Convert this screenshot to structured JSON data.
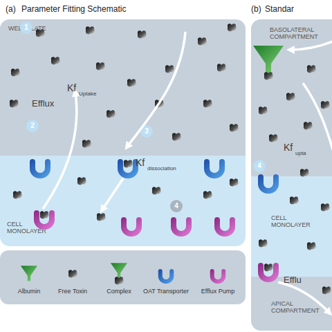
{
  "diagram": {
    "nodes": [
      {
        "text": [
          "(a)",
          "Parameter Fitting Schematic"
        ]
      },
      {
        "text": [
          "WELL PLATE"
        ],
        "in": 0
      },
      {
        "text": [
          "1"
        ],
        "in": 1
      },
      {
        "text": [
          "2"
        ],
        "in": 1
      },
      {
        "text": [
          "3"
        ],
        "in": 1
      },
      {
        "text": [
          "CELL MONOLAYER"
        ],
        "in": 0
      },
      {
        "text": [
          "4"
        ],
        "in": 5
      },
      {
        "text": [
          "(b)",
          "Standar"
        ]
      },
      {
        "text": [
          "BASOLATERAL COMPARTMENT"
        ],
        "in": 7
      },
      {
        "text": [
          "4"
        ],
        "in": 8
      },
      {
        "text": [
          "CELL MONOLAYER"
        ],
        "in": 7
      },
      {
        "text": [
          "APICAL COMPARTMENT"
        ],
        "in": 7
      }
    ],
    "labels": [
      "Kf",
      "Uptake",
      "Efflux",
      "Kf",
      "dissociation",
      "Kf",
      "upta",
      "Efflu"
    ],
    "legend": [
      {
        "text": "Albumin"
      },
      {
        "text": "Free Toxin"
      },
      {
        "text": "Complex"
      },
      {
        "text": "OAT Transporter"
      },
      {
        "text": "Efflux Pump"
      }
    ]
  }
}
